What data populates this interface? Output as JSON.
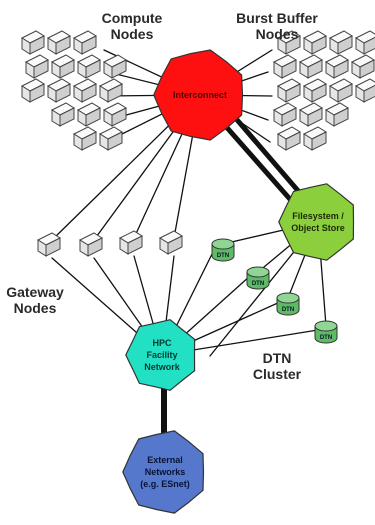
{
  "labels": {
    "compute": [
      "Compute",
      "Nodes"
    ],
    "burst": [
      "Burst Buffer",
      "Nodes"
    ],
    "gateway": [
      "Gateway",
      "Nodes"
    ],
    "dtn": [
      "DTN",
      "Cluster"
    ]
  },
  "blobs": {
    "interconnect": {
      "text": [
        "Interconnect"
      ],
      "color": "#ff1010"
    },
    "filesystem": {
      "text": [
        "Filesystem /",
        "Object Store"
      ],
      "color": "#8ccf3c"
    },
    "hpc": {
      "text": [
        "HPC",
        "Facility",
        "Network"
      ],
      "color": "#22e0c4"
    },
    "external": {
      "text": [
        "External",
        "Networks",
        "(e.g. ESnet)"
      ],
      "color": "#5577cc"
    }
  },
  "dtn_node_label": "DTN",
  "node_color": "#e6e6e6",
  "dtn_color": "#5dbb63"
}
